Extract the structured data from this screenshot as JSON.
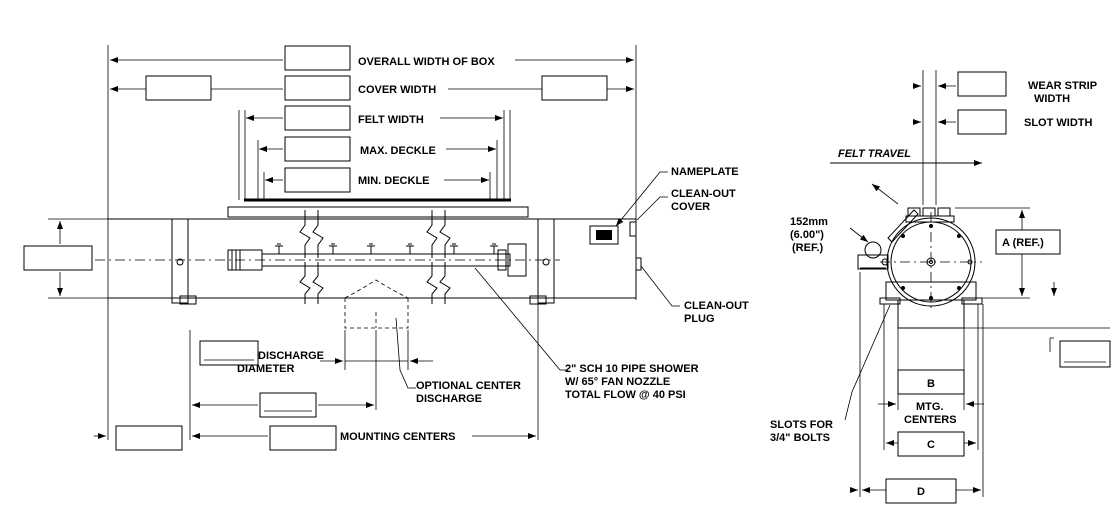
{
  "labels": {
    "overall_width": "OVERALL WIDTH OF BOX",
    "cover_width": "COVER WIDTH",
    "felt_width": "FELT WIDTH",
    "max_deckle": "MAX. DECKLE",
    "min_deckle": "MIN. DECKLE",
    "nameplate": "NAMEPLATE",
    "clean_out_cover_1": "CLEAN-OUT",
    "clean_out_cover_2": "COVER",
    "clean_out_plug_1": "CLEAN-OUT",
    "clean_out_plug_2": "PLUG",
    "pipe_shower_1": "2\" SCH 10 PIPE SHOWER",
    "pipe_shower_2": "W/ 65° FAN NOZZLE",
    "pipe_shower_3": "TOTAL FLOW @ 40 PSI",
    "discharge_1": "DISCHARGE",
    "discharge_2": "DIAMETER",
    "optional_center_1": "OPTIONAL CENTER",
    "optional_center_2": "DISCHARGE",
    "mounting_centers": "MOUNTING CENTERS",
    "wear_strip_1": "WEAR STRIP",
    "wear_strip_2": "WIDTH",
    "slot_width": "SLOT WIDTH",
    "felt_travel": "FELT TRAVEL",
    "ref_mm": "152mm",
    "ref_in": "(6.00\")",
    "ref_tag": "(REF.)",
    "a_ref": "A (REF.)",
    "b": "B",
    "mtg_1": "MTG.",
    "mtg_2": "CENTERS",
    "c": "C",
    "slots_1": "SLOTS FOR",
    "slots_2": "3/4\" BOLTS",
    "d": "D"
  }
}
